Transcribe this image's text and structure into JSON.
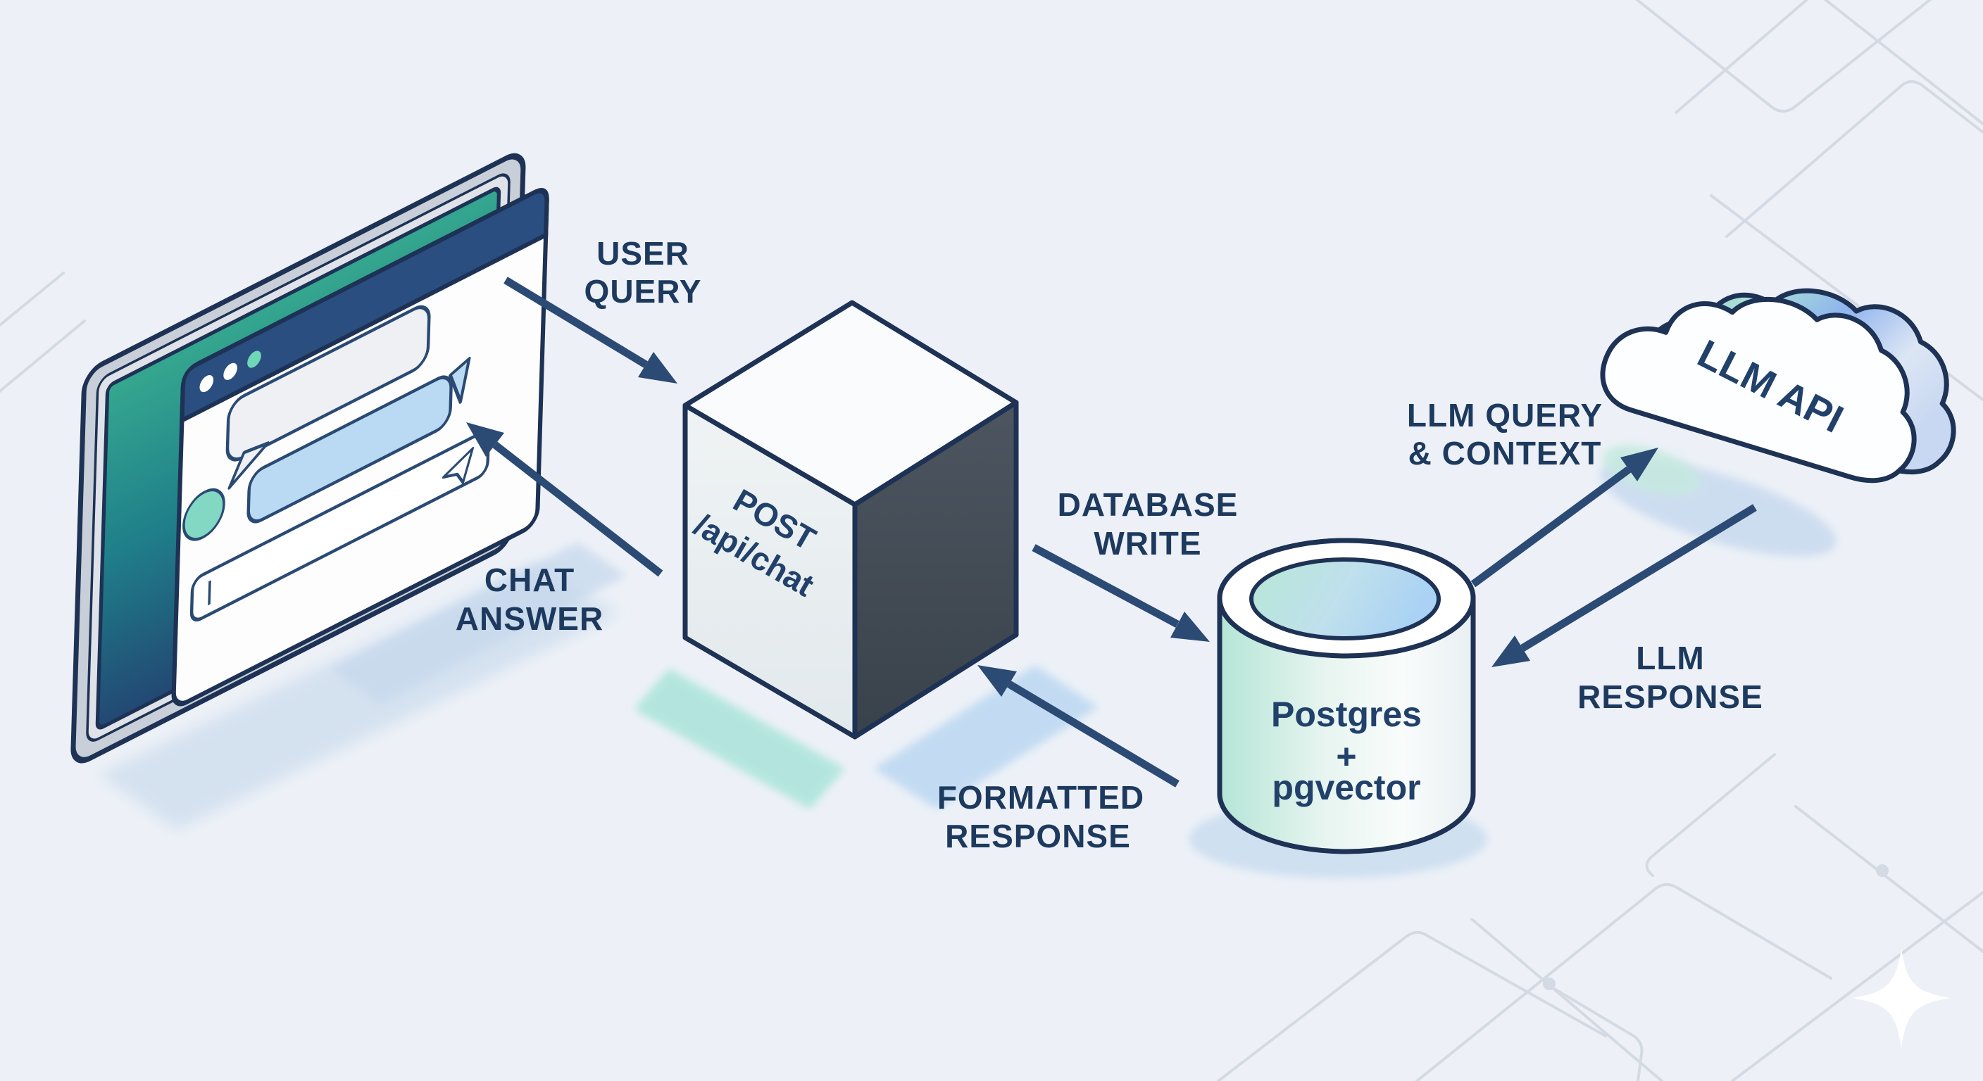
{
  "diagram": {
    "background_color": "#edf1f7",
    "stroke_color": "#1d3254",
    "arrow_color": "#2b4a74",
    "label_color": "#1d3a5e",
    "nodes": {
      "browser": {
        "description": "isometric monitor with chat browser window",
        "screen_teal": "#35a78f",
        "screen_blue": "#224873",
        "titlebar_color": "#2a4e80",
        "avatar_color": "#82d8c2",
        "bubble_left_color": "#eef0f4",
        "bubble_right_color": "#badaf3"
      },
      "api_cube": {
        "line1": "POST",
        "line2": "/api/chat",
        "dark_face": "#434c56",
        "light_face": "#e9eef1"
      },
      "database": {
        "line1": "Postgres",
        "line2": "+",
        "line3": "pgvector",
        "teal": "#b4e5d6",
        "blue": "#a9d2f4"
      },
      "llm_cloud": {
        "label": "LLM API",
        "blue": "#8fb2ec",
        "teal": "#a9e2d4"
      }
    },
    "edges": {
      "user_query": {
        "line1": "USER",
        "line2": "QUERY"
      },
      "chat_answer": {
        "line1": "CHAT",
        "line2": "ANSWER"
      },
      "database_write": {
        "line1": "DATABASE",
        "line2": "WRITE"
      },
      "formatted_response": {
        "line1": "FORMATTED",
        "line2": "RESPONSE"
      },
      "llm_query_context": {
        "line1": "LLM QUERY",
        "line2": "& CONTEXT"
      },
      "llm_response": {
        "line1": "LLM",
        "line2": "RESPONSE"
      }
    }
  }
}
